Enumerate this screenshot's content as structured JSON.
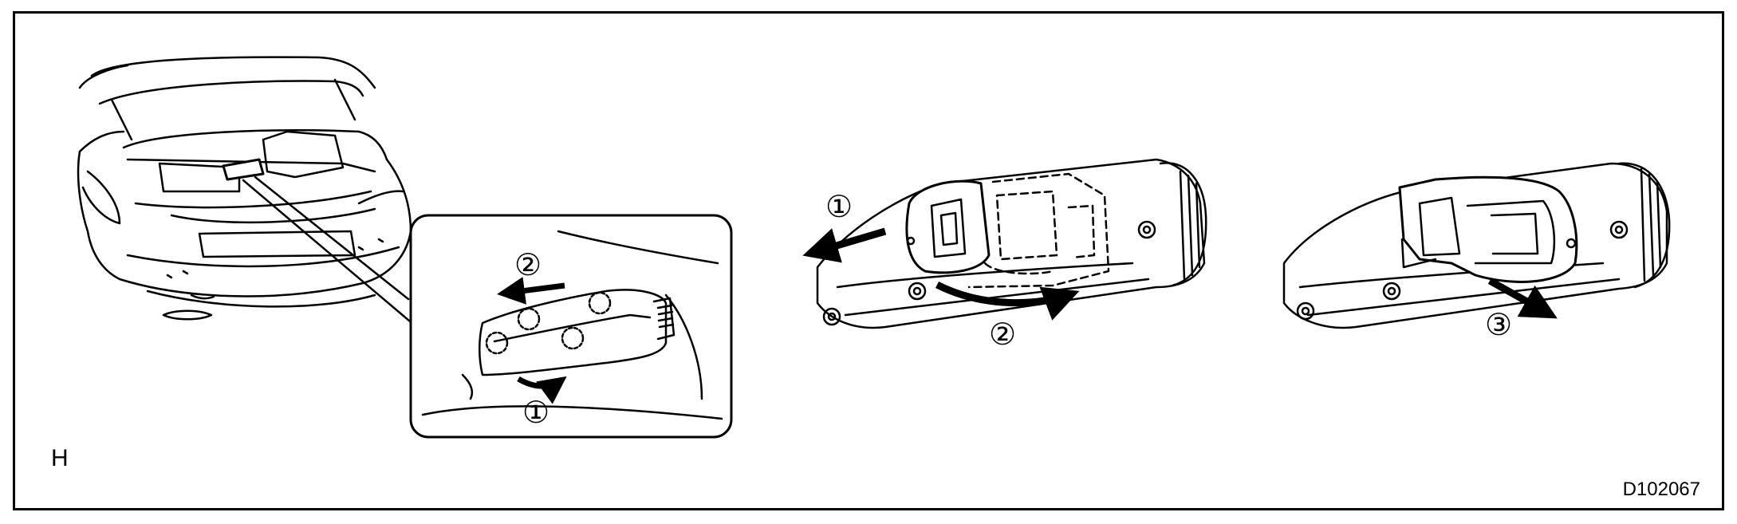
{
  "figure": {
    "letter": "H",
    "code": "D102067"
  },
  "steps": {
    "inset_step1": "①",
    "inset_step2": "②",
    "middle_step1": "①",
    "middle_step2": "②",
    "right_step3": "③"
  },
  "icons": {
    "car": "car-rear-trunk-open-icon",
    "clip": "trim-clip-icon",
    "latch": "trunk-latch-assembly-icon"
  }
}
